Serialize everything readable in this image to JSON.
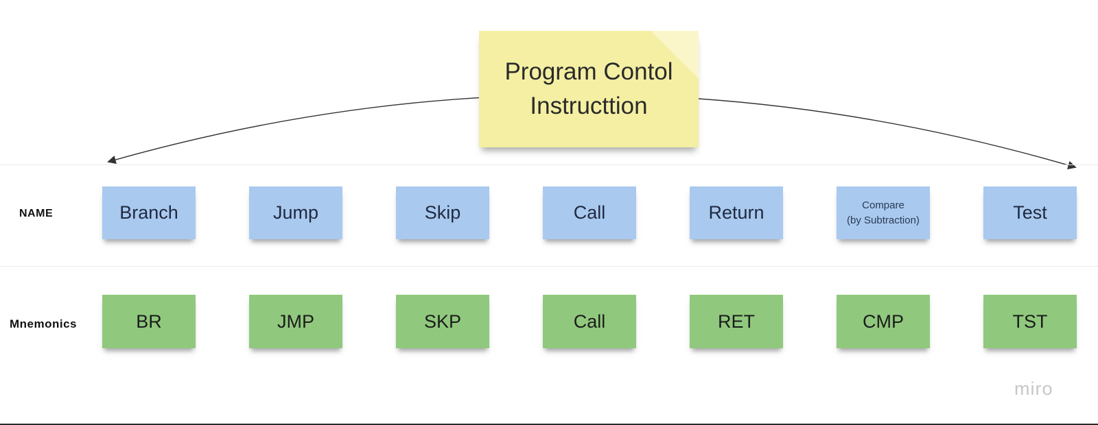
{
  "board": {
    "title_note": {
      "lines": [
        "Program Contol",
        "Instructtion"
      ],
      "fill": "#f4efa3",
      "fold_fill": "#faf6c9"
    },
    "rows": [
      {
        "label": "NAME",
        "note_fill": "#a9c9ef",
        "notes": [
          "Branch",
          "Jump",
          "Skip",
          "Call",
          "Return",
          "Compare\n(by Subtraction)",
          "Test"
        ]
      },
      {
        "label": "Mnemonics",
        "note_fill": "#90c97d",
        "notes": [
          "BR",
          "JMP",
          "SKP",
          "Call",
          "RET",
          "CMP",
          "TST"
        ]
      }
    ],
    "connector_color": "#333333",
    "watermark": "miro"
  }
}
